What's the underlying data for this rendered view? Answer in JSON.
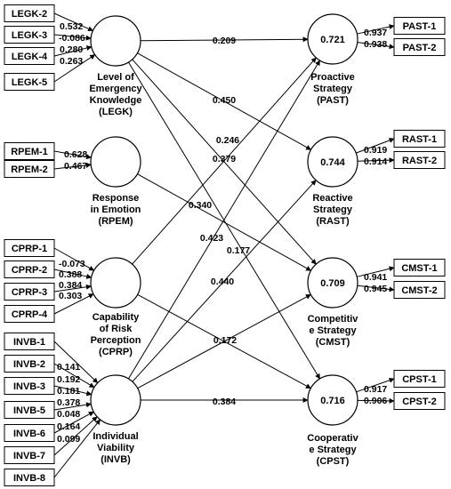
{
  "indicators": {
    "legk": [
      "LEGK-2",
      "LEGK-3",
      "LEGK-4",
      "LEGK-5"
    ],
    "rpem": [
      "RPEM-1",
      "RPEM-2"
    ],
    "cprp": [
      "CPRP-1",
      "CPRP-2",
      "CPRP-3",
      "CPRP-4"
    ],
    "invb": [
      "INVB-1",
      "INVB-2",
      "INVB-3",
      "INVB-5",
      "INVB-6",
      "INVB-7",
      "INVB-8"
    ],
    "past": [
      "PAST-1",
      "PAST-2"
    ],
    "rast": [
      "RAST-1",
      "RAST-2"
    ],
    "cmst": [
      "CMST-1",
      "CMST-2"
    ],
    "cpst": [
      "CPST-1",
      "CPST-2"
    ]
  },
  "outer_weights": {
    "legk": [
      "0.532",
      "-0.086",
      "0.280",
      "0.263"
    ],
    "rpem": [
      "0.628",
      "0.467"
    ],
    "cprp": [
      "-0.073",
      "0.388",
      "0.384",
      "0.303"
    ],
    "invb": [
      "0.141",
      "0.192",
      "0.181",
      "0.378",
      "0.048",
      "0.164",
      "0.099"
    ]
  },
  "outer_loadings": {
    "past": [
      "0.937",
      "0.938"
    ],
    "rast": [
      "0.919",
      "0.914"
    ],
    "cmst": [
      "0.941",
      "0.945"
    ],
    "cpst": [
      "0.917",
      "0.906"
    ]
  },
  "constructs": {
    "legk": {
      "lines": [
        "Level of",
        "Emergency",
        "Knowledge",
        "(LEGK)"
      ]
    },
    "rpem": {
      "lines": [
        "Response",
        "in Emotion",
        "(RPEM)"
      ]
    },
    "cprp": {
      "lines": [
        "Capability",
        "of Risk",
        "Perception",
        "(CPRP)"
      ]
    },
    "invb": {
      "lines": [
        "Individual",
        "Viability",
        "(INVB)"
      ]
    },
    "past": {
      "r2": "0.721",
      "lines": [
        "Proactive",
        "Strategy",
        "(PAST)"
      ]
    },
    "rast": {
      "r2": "0.744",
      "lines": [
        "Reactive",
        "Strategy",
        "(RAST)"
      ]
    },
    "cmst": {
      "r2": "0.709",
      "lines": [
        "Competitiv",
        "e Strategy",
        "(CMST)"
      ]
    },
    "cpst": {
      "r2": "0.716",
      "lines": [
        "Cooperativ",
        "e Strategy",
        "(CPST)"
      ]
    }
  },
  "path_coefficients": {
    "legk_past": "0.209",
    "legk_rast": "0.450",
    "legk_cmst": "0.379",
    "legk_cpst": "0.177",
    "rpem_cmst": "0.340",
    "cprp_past": "0.246",
    "cprp_cpst": "0.172",
    "invb_past": "0.423",
    "invb_rast": "0.440",
    "invb_cmst": "0.172",
    "invb_cpst": "0.384"
  }
}
